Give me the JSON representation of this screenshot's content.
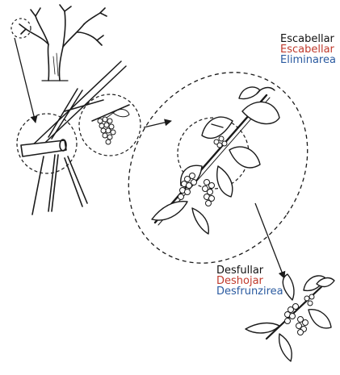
{
  "labels": {
    "top": {
      "catalan": "Escabellar",
      "spanish": "Escabellar",
      "romanian": "Eliminarea"
    },
    "bottom": {
      "catalan": "Desfullar",
      "spanish": "Deshojar",
      "romanian": "Desfrunzirea"
    }
  },
  "colors": {
    "catalan": "#111111",
    "spanish": "#c0392b",
    "romanian": "#2a5aa0",
    "ink": "#1a1a1a"
  }
}
